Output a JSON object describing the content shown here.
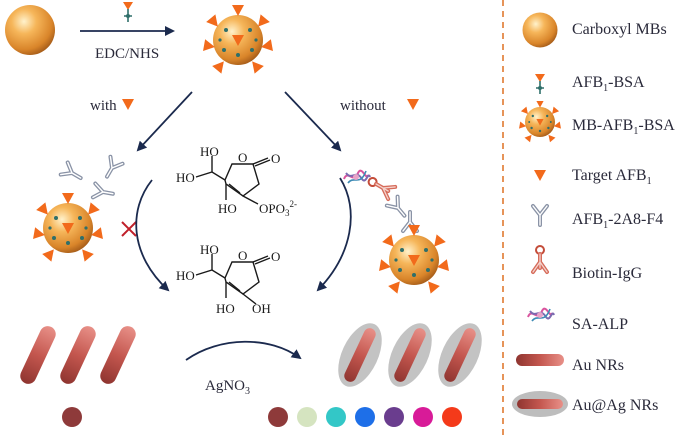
{
  "step_labels": {
    "coupling": "EDC/NHS",
    "with": "with",
    "without": "without",
    "silver": "AgNO",
    "silver_sub": "3"
  },
  "molecules": {
    "phosphate": {
      "ho_top": "HO",
      "ho_left": "HO",
      "ho_ring": "HO",
      "o_ring": "O",
      "o_carbonyl": "O",
      "opo3": "OPO",
      "opo3_sub": "3",
      "opo3_sup": "2-"
    },
    "ascorbic": {
      "ho_top": "HO",
      "ho_left": "HO",
      "ho_bottom_left": "HO",
      "oh_bottom_right": "OH",
      "o_ring": "O",
      "o_carbonyl": "O"
    }
  },
  "legend": [
    {
      "icon": "carboxyl-mb-icon",
      "label": "Carboxyl MBs"
    },
    {
      "icon": "afb1-bsa-icon",
      "label_main": "AFB",
      "label_sub": "1",
      "label_tail": "-BSA"
    },
    {
      "icon": "mb-afb1-bsa-icon",
      "label_main": "MB-AFB",
      "label_sub": "1",
      "label_tail": "-BSA"
    },
    {
      "icon": "target-afb1-icon",
      "label_main": "Target AFB",
      "label_sub": "1",
      "label_tail": ""
    },
    {
      "icon": "antibody-icon",
      "label_main": "AFB",
      "label_sub": "1",
      "label_tail": "-2A8-F4"
    },
    {
      "icon": "biotin-igg-icon",
      "label": "Biotin-IgG"
    },
    {
      "icon": "sa-alp-icon",
      "label": "SA-ALP"
    },
    {
      "icon": "au-nr-icon",
      "label": "Au NRs"
    },
    {
      "icon": "au-ag-nr-icon",
      "label": "Au@Ag NRs"
    }
  ],
  "colors": {
    "bead_core": "#f2a53c",
    "triangle": "#f26a1b",
    "dash_divider": "#e07a30",
    "arrow": "#1b2a4e",
    "rod": "#c4574f",
    "shell": "#bdbdbd",
    "cross": "#c0202a",
    "dots": [
      "#8e3a3a",
      "#d5e4c0",
      "#33c7c7",
      "#1e6fe8",
      "#6a3d8e",
      "#d81b98",
      "#f43a1a"
    ],
    "left_dot": "#8e3a3a"
  }
}
